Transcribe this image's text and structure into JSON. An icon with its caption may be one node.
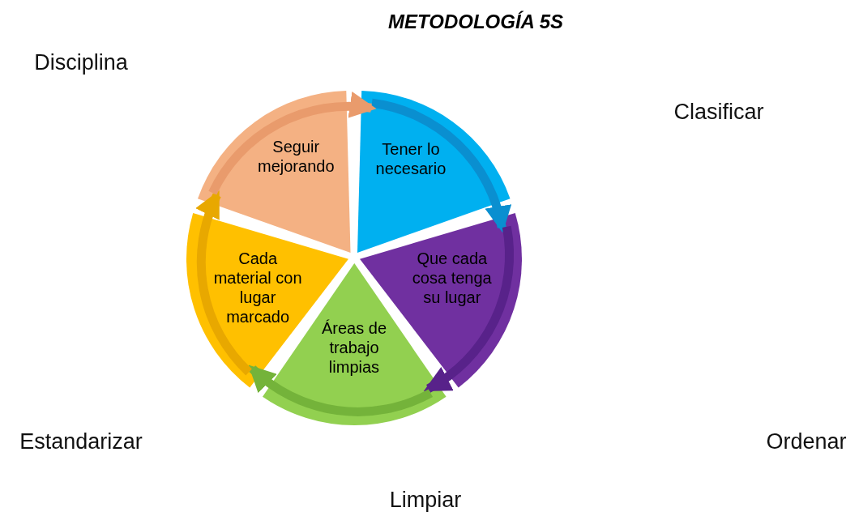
{
  "diagram": {
    "title": "METODOLOGÍA 5S",
    "nodes": [
      {
        "text": [
          "Tener lo necesario"
        ]
      },
      {
        "text": [
          "Que cada cosa tenga su lugar"
        ]
      },
      {
        "text": [
          "Áreas de trabajo limpias"
        ]
      },
      {
        "text": [
          "Cada material con lugar marcado"
        ]
      },
      {
        "text": [
          "Seguir mejorando"
        ]
      }
    ],
    "edges": [
      {
        "from": 0,
        "to": 1,
        "arrow": "to",
        "color": "#0a8fd0"
      },
      {
        "from": 1,
        "to": 2,
        "arrow": "to",
        "color": "#58228a"
      },
      {
        "from": 2,
        "to": 3,
        "arrow": "to",
        "color": "#74b33a"
      },
      {
        "from": 3,
        "to": 4,
        "arrow": "to",
        "color": "#e8a800"
      },
      {
        "from": 4,
        "to": 0,
        "arrow": "to",
        "color": "#e99b6c"
      }
    ],
    "labels": [
      "Disciplina",
      "Clasificar",
      "Estandarizar",
      "Ordenar",
      "Limpiar"
    ]
  }
}
